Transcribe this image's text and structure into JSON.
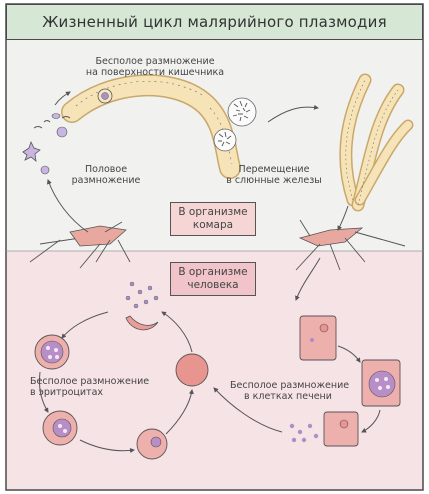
{
  "title": "Жизненный цикл малярийного плазмодия",
  "labels": {
    "asexual_intestine": [
      "Бесполое размножение",
      "на поверхности кишечника"
    ],
    "sexual": [
      "Половое",
      "размножение"
    ],
    "migration": [
      "Перемещение",
      "в слюнные железы"
    ],
    "erythrocytes": [
      "Бесполое размножение",
      "в эритроцитах"
    ],
    "liver": [
      "Бесполое размножение",
      "в клетках печени"
    ]
  },
  "zones": {
    "mosquito": [
      "В организме",
      "комара"
    ],
    "human": [
      "В организме",
      "человека"
    ]
  },
  "colors": {
    "title_bg": "#d6e8d5",
    "top_bg": "#f1f1f0",
    "bottom_bg": "#f6e3e6",
    "zone_mosquito": "#f5d6d4",
    "zone_human": "#f0c4c8",
    "cell": "#eeb0ac",
    "tissue": "#f6e4b8",
    "parasite": "#a890c8"
  }
}
